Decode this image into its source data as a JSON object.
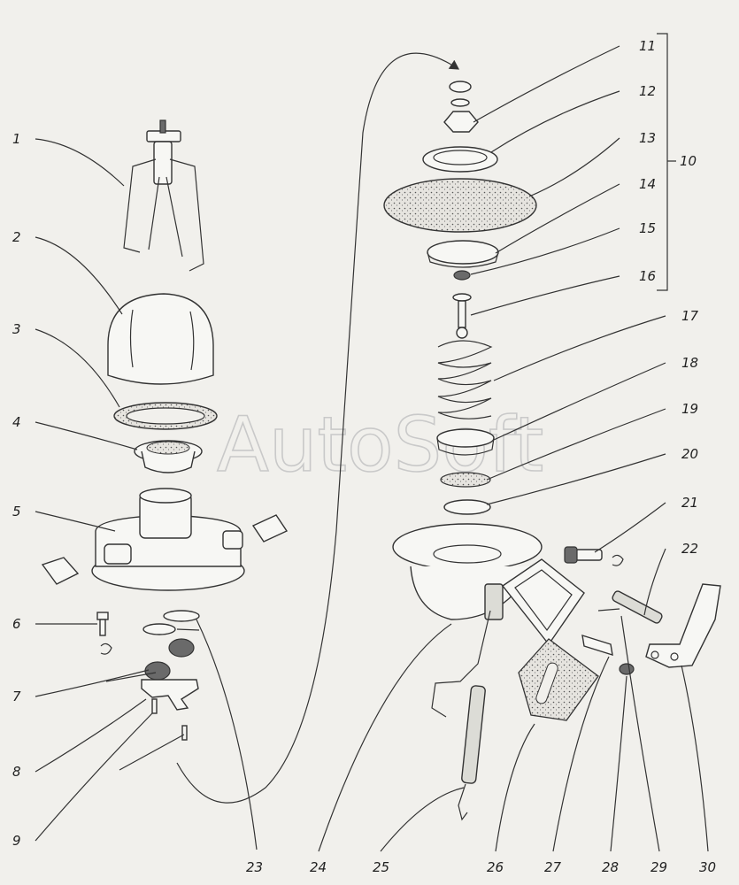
{
  "watermark": "AutoSoft",
  "callouts": [
    {
      "id": "1",
      "text": "1"
    },
    {
      "id": "2",
      "text": "2"
    },
    {
      "id": "3",
      "text": "3"
    },
    {
      "id": "4",
      "text": "4"
    },
    {
      "id": "5",
      "text": "5"
    },
    {
      "id": "6",
      "text": "6"
    },
    {
      "id": "7",
      "text": "7"
    },
    {
      "id": "8",
      "text": "8"
    },
    {
      "id": "9",
      "text": "9"
    },
    {
      "id": "10",
      "text": "10"
    },
    {
      "id": "11",
      "text": "11"
    },
    {
      "id": "12",
      "text": "12"
    },
    {
      "id": "13",
      "text": "13"
    },
    {
      "id": "14",
      "text": "14"
    },
    {
      "id": "15",
      "text": "15"
    },
    {
      "id": "16",
      "text": "16"
    },
    {
      "id": "17",
      "text": "17"
    },
    {
      "id": "18",
      "text": "18"
    },
    {
      "id": "19",
      "text": "19"
    },
    {
      "id": "20",
      "text": "20"
    },
    {
      "id": "21",
      "text": "21"
    },
    {
      "id": "22",
      "text": "22"
    },
    {
      "id": "23",
      "text": "23"
    },
    {
      "id": "24",
      "text": "24"
    },
    {
      "id": "25",
      "text": "25"
    },
    {
      "id": "26",
      "text": "26"
    },
    {
      "id": "27",
      "text": "27"
    },
    {
      "id": "28",
      "text": "28"
    },
    {
      "id": "29",
      "text": "29"
    },
    {
      "id": "30",
      "text": "30"
    }
  ]
}
